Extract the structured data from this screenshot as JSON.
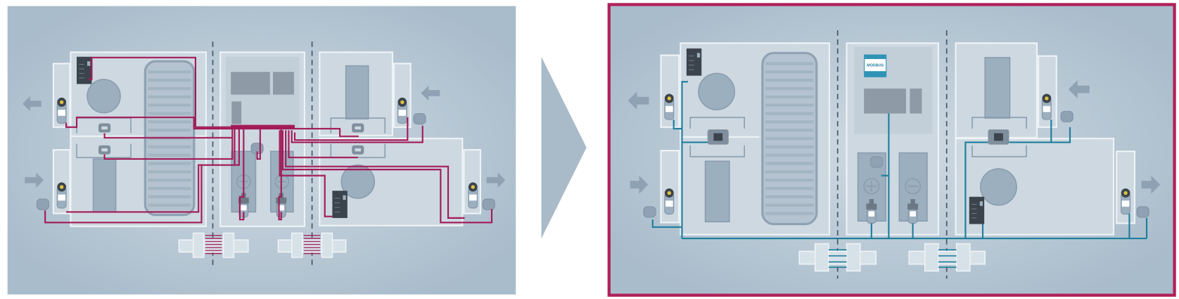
{
  "diagram": {
    "before_panel": {
      "wiring": "point-to-point"
    },
    "after_panel": {
      "wiring": "bus",
      "protocol_label": "MODBUS"
    }
  },
  "colors": {
    "wiring_before": "#a31b58",
    "wiring_after": "#1f7e9c",
    "highlight_border": "#b0205a",
    "background": "#b3c3d0"
  }
}
